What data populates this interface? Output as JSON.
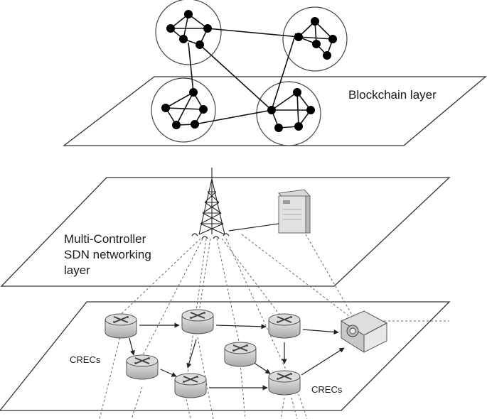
{
  "labels": {
    "blockchain_layer": "Blockchain layer",
    "sdn_layer_line1": "Multi-Controller",
    "sdn_layer_line2": "SDN networking",
    "sdn_layer_line3": "layer",
    "crecs_left": "CRECs",
    "crecs_right": "CRECs"
  },
  "icons": [
    "antenna-tower-icon",
    "server-icon",
    "router-icon",
    "switch-icon"
  ],
  "colors": {
    "line": "#111111",
    "dashed": "#666666",
    "background": "#ffffff"
  }
}
